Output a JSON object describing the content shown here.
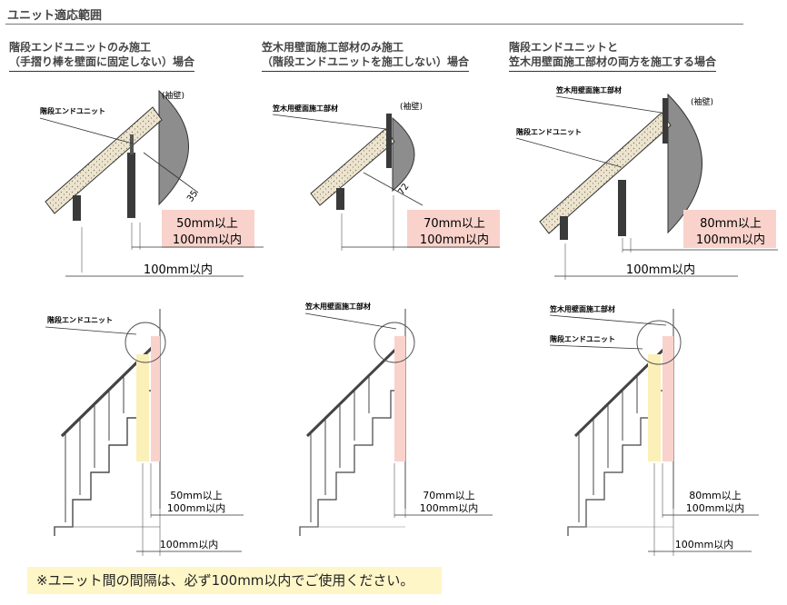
{
  "page": {
    "title": "ユニット適応範囲"
  },
  "colors": {
    "pink": "#f9d3cb",
    "yellow": "#fbf0b8",
    "wall_gray": "#8d8d8d",
    "rail_fill": "#ece4cf",
    "footnote_bg": "#fff6c8"
  },
  "columns": [
    {
      "heading_line1": "階段エンドユニットのみ施工",
      "heading_line2": "（手摺り棒を壁面に固定しない）場合",
      "wall_label": "(袖壁)",
      "upper_callouts": [
        "階段エンドユニット"
      ],
      "angle_dim": "35",
      "range_line1": "50mm以上",
      "range_line2": "100mm以内",
      "gap_dim": "100mm以内",
      "lower_callouts": [
        "階段エンドユニット"
      ],
      "lower_range_line1": "50mm以上",
      "lower_range_line2": "100mm以内",
      "lower_gap_dim": "100mm以内"
    },
    {
      "heading_line1": "笠木用壁面施工部材のみ施工",
      "heading_line2": "（階段エンドユニットを施工しない）場合",
      "wall_label": "(袖壁)",
      "upper_callouts": [
        "笠木用壁面施工部材"
      ],
      "angle_dim": "72",
      "range_line1": "70mm以上",
      "range_line2": "100mm以内",
      "lower_callouts": [
        "笠木用壁面施工部材"
      ],
      "lower_range_line1": "70mm以上",
      "lower_range_line2": "100mm以内"
    },
    {
      "heading_line1": "階段エンドユニットと",
      "heading_line2": "笠木用壁面施工部材の両方を施工する場合",
      "wall_label": "(袖壁)",
      "upper_callouts": [
        "笠木用壁面施工部材",
        "階段エンドユニット"
      ],
      "range_line1": "80mm以上",
      "range_line2": "100mm以内",
      "gap_dim": "100mm以内",
      "lower_callouts": [
        "笠木用壁面施工部材",
        "階段エンドユニット"
      ],
      "lower_range_line1": "80mm以上",
      "lower_range_line2": "100mm以内",
      "lower_gap_dim": "100mm以内"
    }
  ],
  "footnote": "※ユニット間の間隔は、必ず100mm以内でご使用ください。"
}
